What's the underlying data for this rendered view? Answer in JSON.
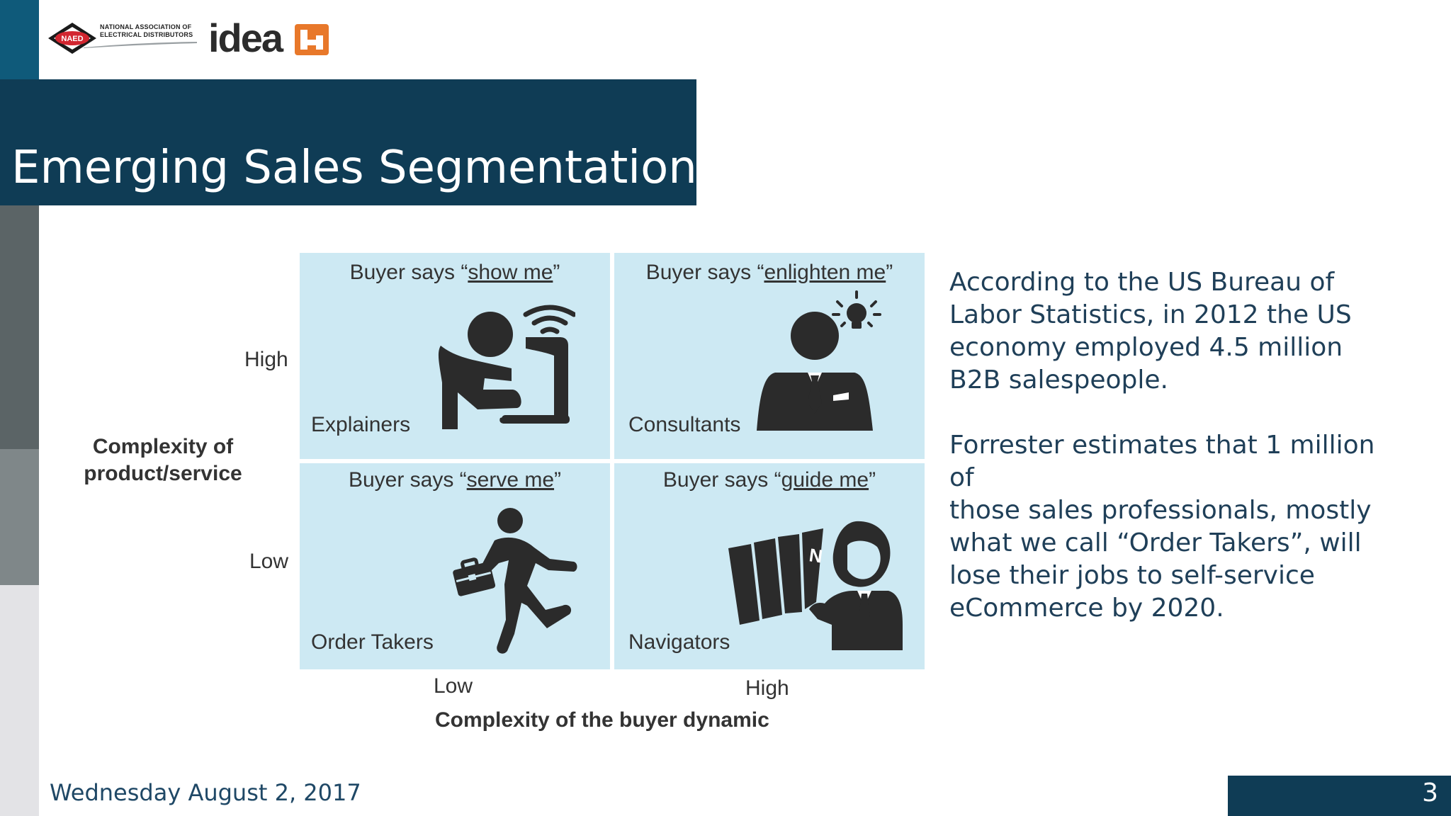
{
  "header": {
    "naed_logo_text": "NAED",
    "naed_org_line1": "NATIONAL ASSOCIATION OF",
    "naed_org_line2": "ELECTRICAL DISTRIBUTORS",
    "idea_logo_text": "idea",
    "brand_colors": {
      "navy": "#0f3c55",
      "orange": "#e8782a",
      "light_blue": "#cde9f3"
    }
  },
  "title": "Emerging Sales Segmentation",
  "matrix": {
    "y_axis": {
      "title_line1": "Complexity of",
      "title_line2": "product/service",
      "high": "High",
      "low": "Low"
    },
    "x_axis": {
      "title": "Complexity of the buyer dynamic",
      "low": "Low",
      "high": "High"
    },
    "quadrants": [
      {
        "prefix": "Buyer says “",
        "keyword": "show me",
        "suffix": "”",
        "label": "Explainers",
        "icon": "person-laptop-wifi-icon"
      },
      {
        "prefix": "Buyer says “",
        "keyword": "enlighten me",
        "suffix": "”",
        "label": "Consultants",
        "icon": "businessman-lightbulb-icon"
      },
      {
        "prefix": "Buyer says “",
        "keyword": "serve me",
        "suffix": "”",
        "label": "Order Takers",
        "icon": "running-man-briefcase-icon"
      },
      {
        "prefix": "Buyer says “",
        "keyword": "guide me",
        "suffix": "”",
        "label": "Navigators",
        "icon": "person-map-icon"
      }
    ]
  },
  "paragraphs": [
    [
      "According to the US Bureau of",
      "Labor Statistics, in 2012 the US",
      "economy employed 4.5 million",
      "B2B salespeople."
    ],
    [
      "Forrester estimates that 1 million of",
      "those sales professionals, mostly",
      "what we call “Order Takers”, will",
      "lose their jobs to self-service",
      "eCommerce by 2020."
    ]
  ],
  "footer": {
    "date": "Wednesday August 2, 2017",
    "page_number": "3"
  }
}
